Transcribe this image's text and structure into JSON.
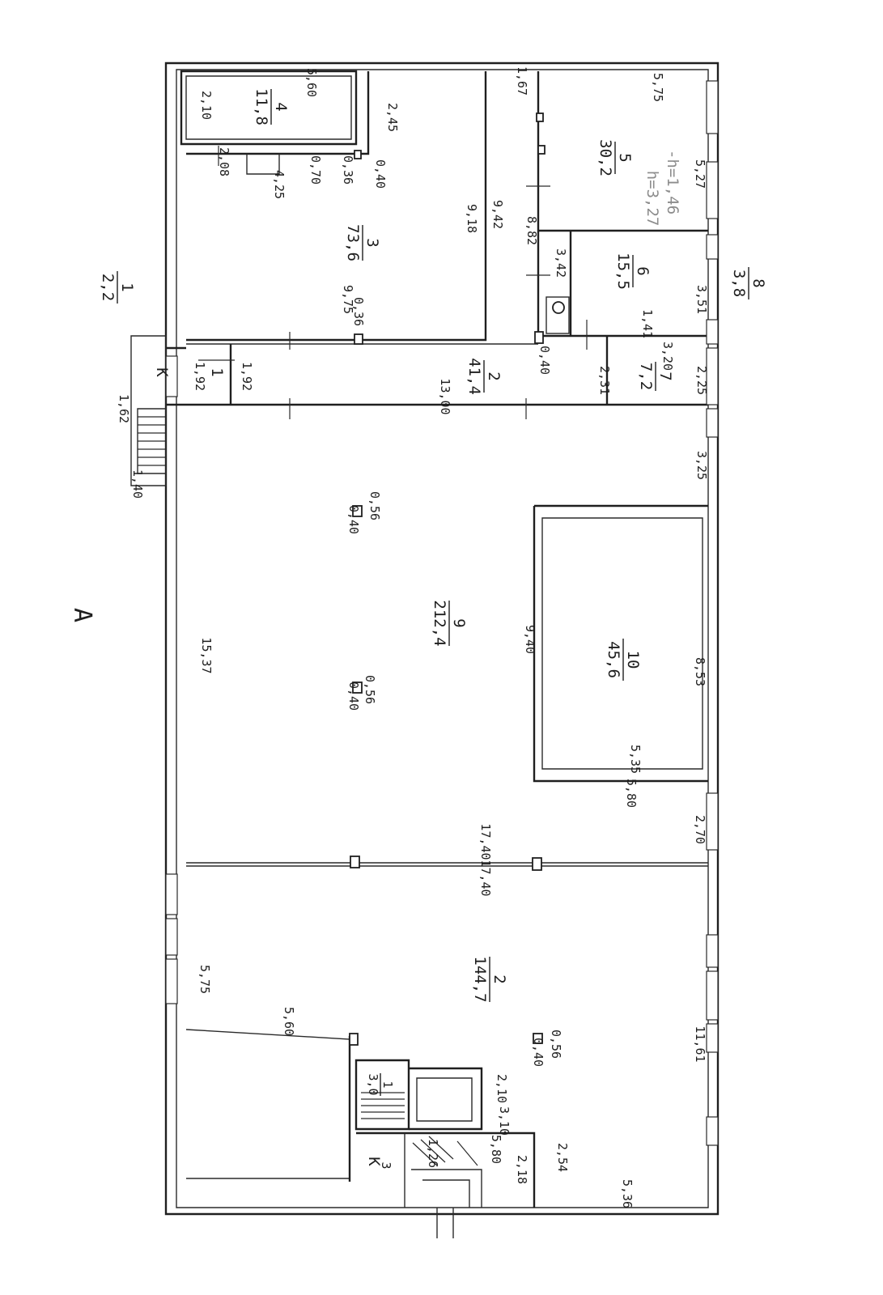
{
  "page_marks": {
    "sheet_letter": "A",
    "entrance_K": "K",
    "stair_K3": "K",
    "stair_K3_sub": "3",
    "frac_1_num": "1",
    "frac_1_den": "2,2",
    "frac_8_num": "8",
    "frac_8_den": "3,8"
  },
  "rooms": [
    {
      "id": "r1",
      "number": "1",
      "area": "",
      "note": ""
    },
    {
      "id": "r2a",
      "number": "2",
      "area": "41,4"
    },
    {
      "id": "r3",
      "number": "3",
      "area": "73,6"
    },
    {
      "id": "r4",
      "number": "4",
      "area": "11,8"
    },
    {
      "id": "r5",
      "number": "5",
      "area": "30,2",
      "note1": "h=3,27",
      "note2": "-h=1,46"
    },
    {
      "id": "r6",
      "number": "6",
      "area": "15,5"
    },
    {
      "id": "r7",
      "number": "7",
      "area": "7,2"
    },
    {
      "id": "r9",
      "number": "9",
      "area": "212,4"
    },
    {
      "id": "r10",
      "number": "10",
      "area": "45,6"
    },
    {
      "id": "r2b",
      "number": "2",
      "area": "144,7"
    },
    {
      "id": "rstair",
      "number": "1",
      "area": "3,0"
    }
  ],
  "dimensions": {
    "d_560": "5,60",
    "d_210": "2,10",
    "d_245": "2,45",
    "d_208": "2,08",
    "d_425": "4,25",
    "d_070": "0,70",
    "d_036a": "0,36",
    "d_040a": "0,40",
    "d_167": "1,67",
    "d_575": "5,75",
    "d_527": "5,27",
    "d_918": "9,18",
    "d_942": "9,42",
    "d_882": "8,82",
    "d_342": "3,42",
    "d_975": "9,75",
    "d_036b": "0,36",
    "d_351": "3,51",
    "d_141": "1,41",
    "d_040b": "0,40",
    "d_320": "3,20",
    "d_225": "2,25",
    "d_231": "2,31",
    "d_192a": "1,92",
    "d_192b": "1,92",
    "d_1300": "13,00",
    "d_162": "1,62",
    "d_140": "1,40",
    "d_325": "3,25",
    "d_040c": "0,40",
    "d_056a": "0,56",
    "d_1537": "15,37",
    "d_940": "9,40",
    "d_853": "8,53",
    "d_040d": "0,40",
    "d_056b": "0,56",
    "d_535": "5,35",
    "d_580": "5,80",
    "d_1740a": "17,40",
    "d_270": "2,70",
    "d_1740b": "17,40",
    "d_575b": "5,75",
    "d_560b": "5,60",
    "d_040e": "0,40",
    "d_056c": "0,56",
    "d_1161": "11,61",
    "d_210b": "2,10",
    "d_310": "3,10",
    "d_254": "2,54",
    "d_580b": "5,80",
    "d_218": "2,18",
    "d_536": "5,36",
    "d_126": "1,26"
  }
}
